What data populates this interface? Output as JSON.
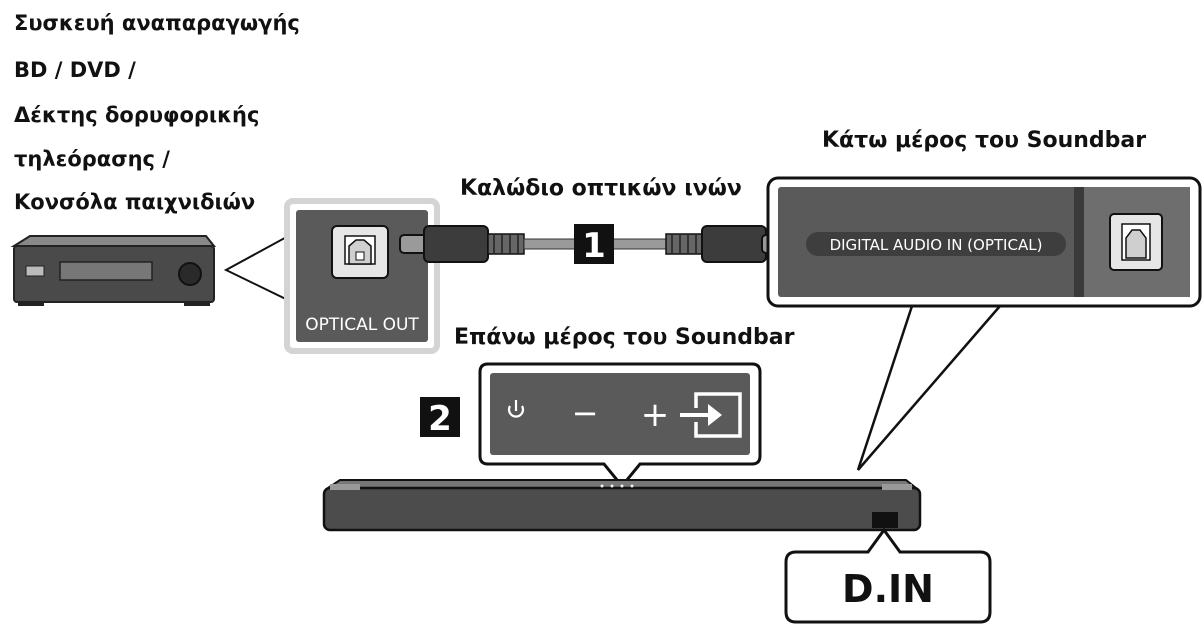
{
  "source_device": {
    "lines": [
      "Συσκευή αναπαραγωγής",
      "BD / DVD /",
      "Δέκτης δορυφορικής",
      "τηλεόρασης /",
      "Κονσόλα παιχνιδιών"
    ],
    "port_label": "OPTICAL OUT"
  },
  "cable_label": "Καλώδιο οπτικών ινών",
  "bottom_label": "Κάτω μέρος του Soundbar",
  "top_label": "Επάνω μέρος του Soundbar",
  "soundbar_port_label": "DIGITAL AUDIO IN (OPTICAL)",
  "step_badges": [
    "1",
    "2"
  ],
  "control_panel": {
    "icons": [
      "power-icon",
      "minus-icon",
      "plus-icon",
      "source-input-icon"
    ],
    "minus_symbol": "−",
    "plus_symbol": "+"
  },
  "display_callout": "D.IN",
  "colors": {
    "panel_dark": "#555555",
    "panel_border": "#d8d8d8",
    "line": "#111111"
  }
}
